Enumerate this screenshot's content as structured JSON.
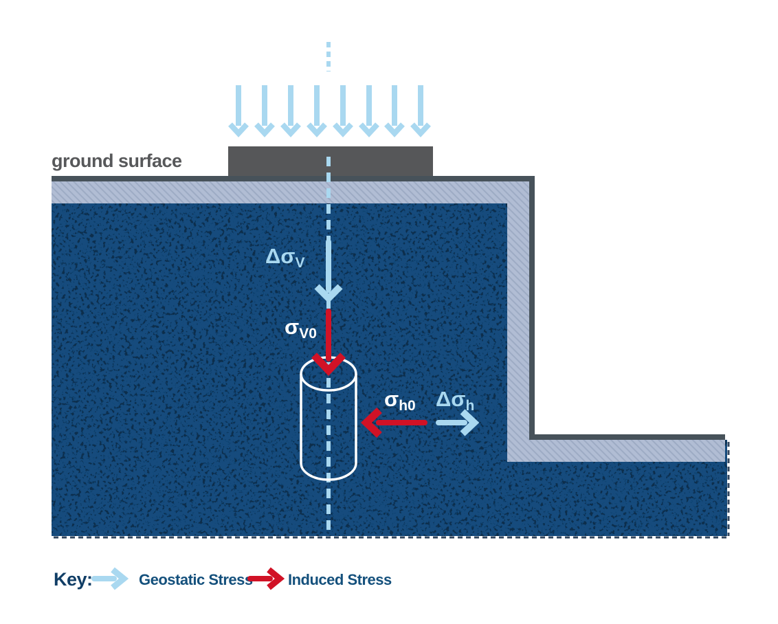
{
  "diagram": {
    "ground_surface_label": "ground surface",
    "stress_labels": {
      "delta_sigma_v": {
        "base": "Δσ",
        "sub": "V"
      },
      "sigma_v0": {
        "base": "σ",
        "sub": "V0"
      },
      "sigma_h0": {
        "base": "σ",
        "sub": "h0"
      },
      "delta_sigma_h": {
        "base": "Δσ",
        "sub": "h"
      }
    }
  },
  "key": {
    "title": "Key:",
    "items": [
      {
        "label": "Geostatic Stress",
        "color": "#a9d8f0"
      },
      {
        "label": "Induced Stress",
        "color": "#d11226"
      }
    ]
  },
  "colors": {
    "geostatic_blue": "#a9d8f0",
    "induced_red": "#d11226",
    "soil_navy": "#174b7d",
    "soil_speckle": "#0f2d4c",
    "surface_band_fill": "#b1bdd4",
    "surface_band_hatch": "#9dabc4",
    "border_slate": "#47525a",
    "footing_gray": "#565759",
    "ground_label_gray": "#57585a",
    "key_title_navy": "#113e66",
    "key_text_navy": "#14507c",
    "stress_label_white": "#ffffff"
  }
}
